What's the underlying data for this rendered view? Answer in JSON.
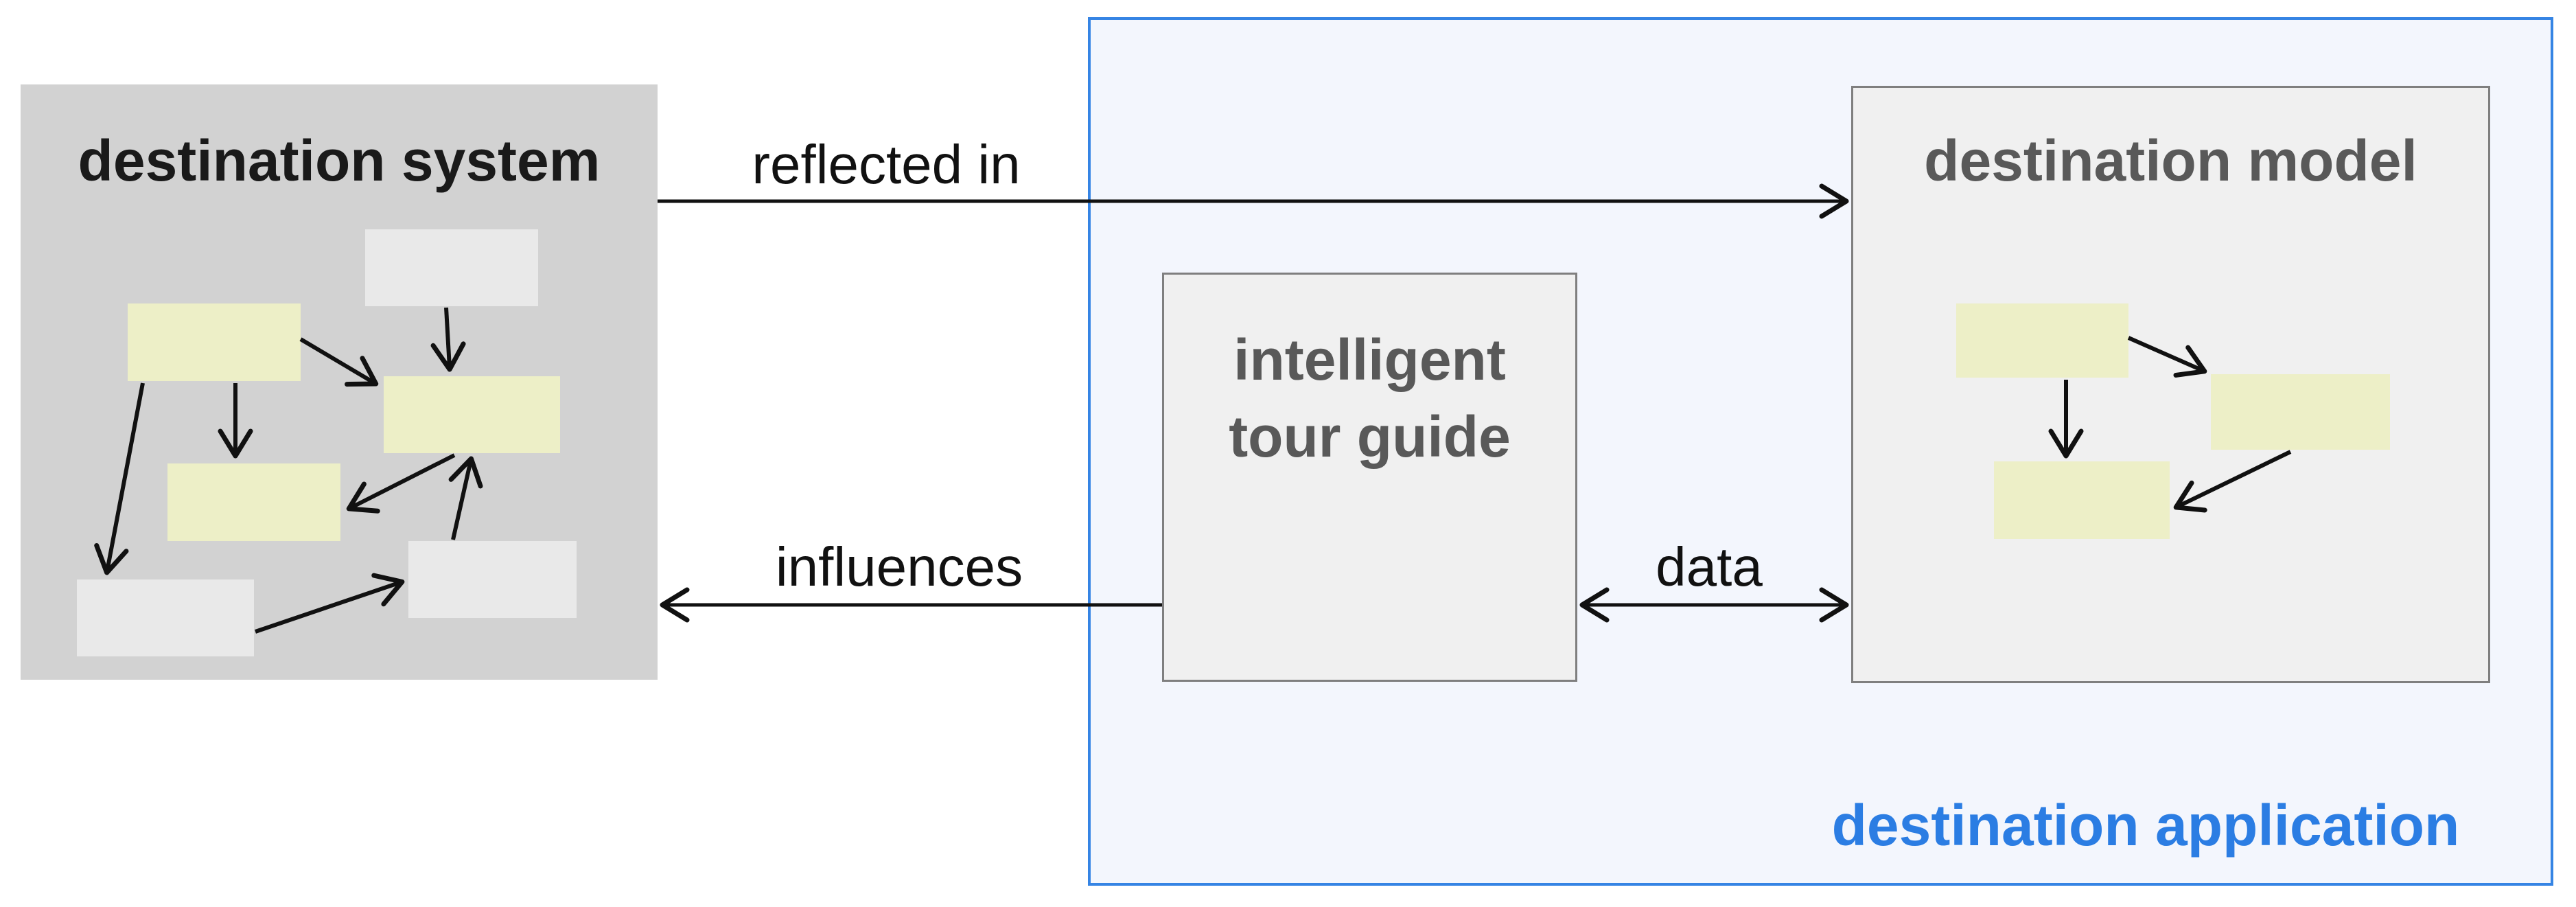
{
  "diagram": {
    "system_box": {
      "title": "destination system",
      "nodes": [
        {
          "id": "sys-node-1",
          "fill": "light"
        },
        {
          "id": "sys-node-2",
          "fill": "yellow"
        },
        {
          "id": "sys-node-3",
          "fill": "yellow"
        },
        {
          "id": "sys-node-4",
          "fill": "yellow"
        },
        {
          "id": "sys-node-5",
          "fill": "light"
        },
        {
          "id": "sys-node-6",
          "fill": "light"
        }
      ]
    },
    "application_box": {
      "label": "destination application"
    },
    "model_box": {
      "title": "destination model",
      "nodes": [
        {
          "id": "model-node-1",
          "fill": "yellow"
        },
        {
          "id": "model-node-2",
          "fill": "yellow"
        },
        {
          "id": "model-node-3",
          "fill": "yellow"
        }
      ]
    },
    "tour_guide_box": {
      "line1": "intelligent",
      "line2": "tour guide"
    },
    "connections": [
      {
        "label": "reflected in",
        "from": "destination system",
        "to": "destination model",
        "direction": "one-way"
      },
      {
        "label": "influences",
        "from": "intelligent tour guide",
        "to": "destination system",
        "direction": "one-way"
      },
      {
        "label": "data",
        "from": "intelligent tour guide",
        "to": "destination model",
        "direction": "two-way"
      }
    ],
    "colors": {
      "system_box_bg": "#d2d2d2",
      "node_light": "#e9e9e9",
      "node_yellow": "#edefc7",
      "application_box_bg": "#f3f6fd",
      "application_box_border": "#3584e4",
      "application_label": "#2b7de3",
      "inner_box_bg": "#f0f0f0",
      "inner_box_border": "#7f7f7f",
      "inner_title_text": "#595959",
      "black_text": "#111111",
      "arrow": "#111111"
    }
  }
}
